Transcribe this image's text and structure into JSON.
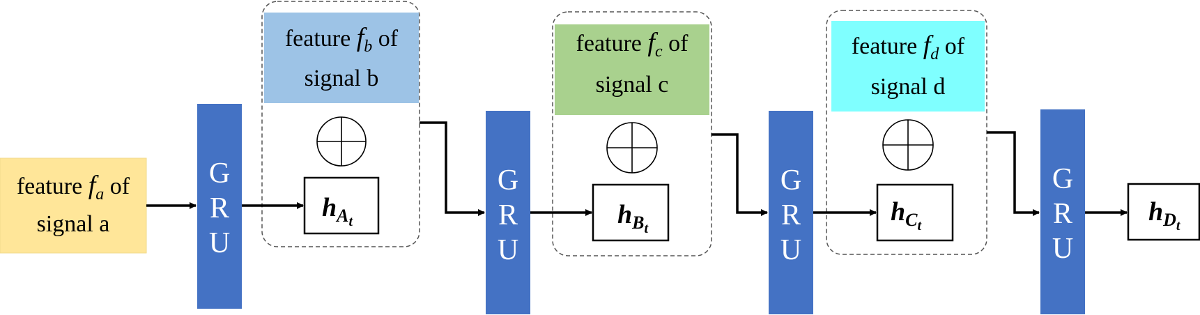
{
  "colors": {
    "gru": "#4472C4",
    "feature_a": "#FFE699",
    "feature_b": "#9DC3E6",
    "feature_c": "#A9D18E",
    "feature_d": "#7FFFFF"
  },
  "input_feature": {
    "line1_prefix": "feature ",
    "symbol": "f",
    "subscript": "a",
    "line1_suffix": " of",
    "line2": "signal a"
  },
  "features": [
    {
      "line1_prefix": "feature ",
      "symbol": "f",
      "subscript": "b",
      "line1_suffix": " of",
      "line2": "signal b"
    },
    {
      "line1_prefix": "feature ",
      "symbol": "f",
      "subscript": "c",
      "line1_suffix": " of",
      "line2": "signal c"
    },
    {
      "line1_prefix": "feature ",
      "symbol": "f",
      "subscript": "d",
      "line1_suffix": " of",
      "line2": "signal d"
    }
  ],
  "gru_letters": [
    "G",
    "R",
    "U"
  ],
  "hidden_states": [
    {
      "main": "h",
      "sub": "A",
      "subsub": "t"
    },
    {
      "main": "h",
      "sub": "B",
      "subsub": "t"
    },
    {
      "main": "h",
      "sub": "C",
      "subsub": "t"
    },
    {
      "main": "h",
      "sub": "D",
      "subsub": "t"
    }
  ],
  "sum_icon": "circled-plus-icon"
}
